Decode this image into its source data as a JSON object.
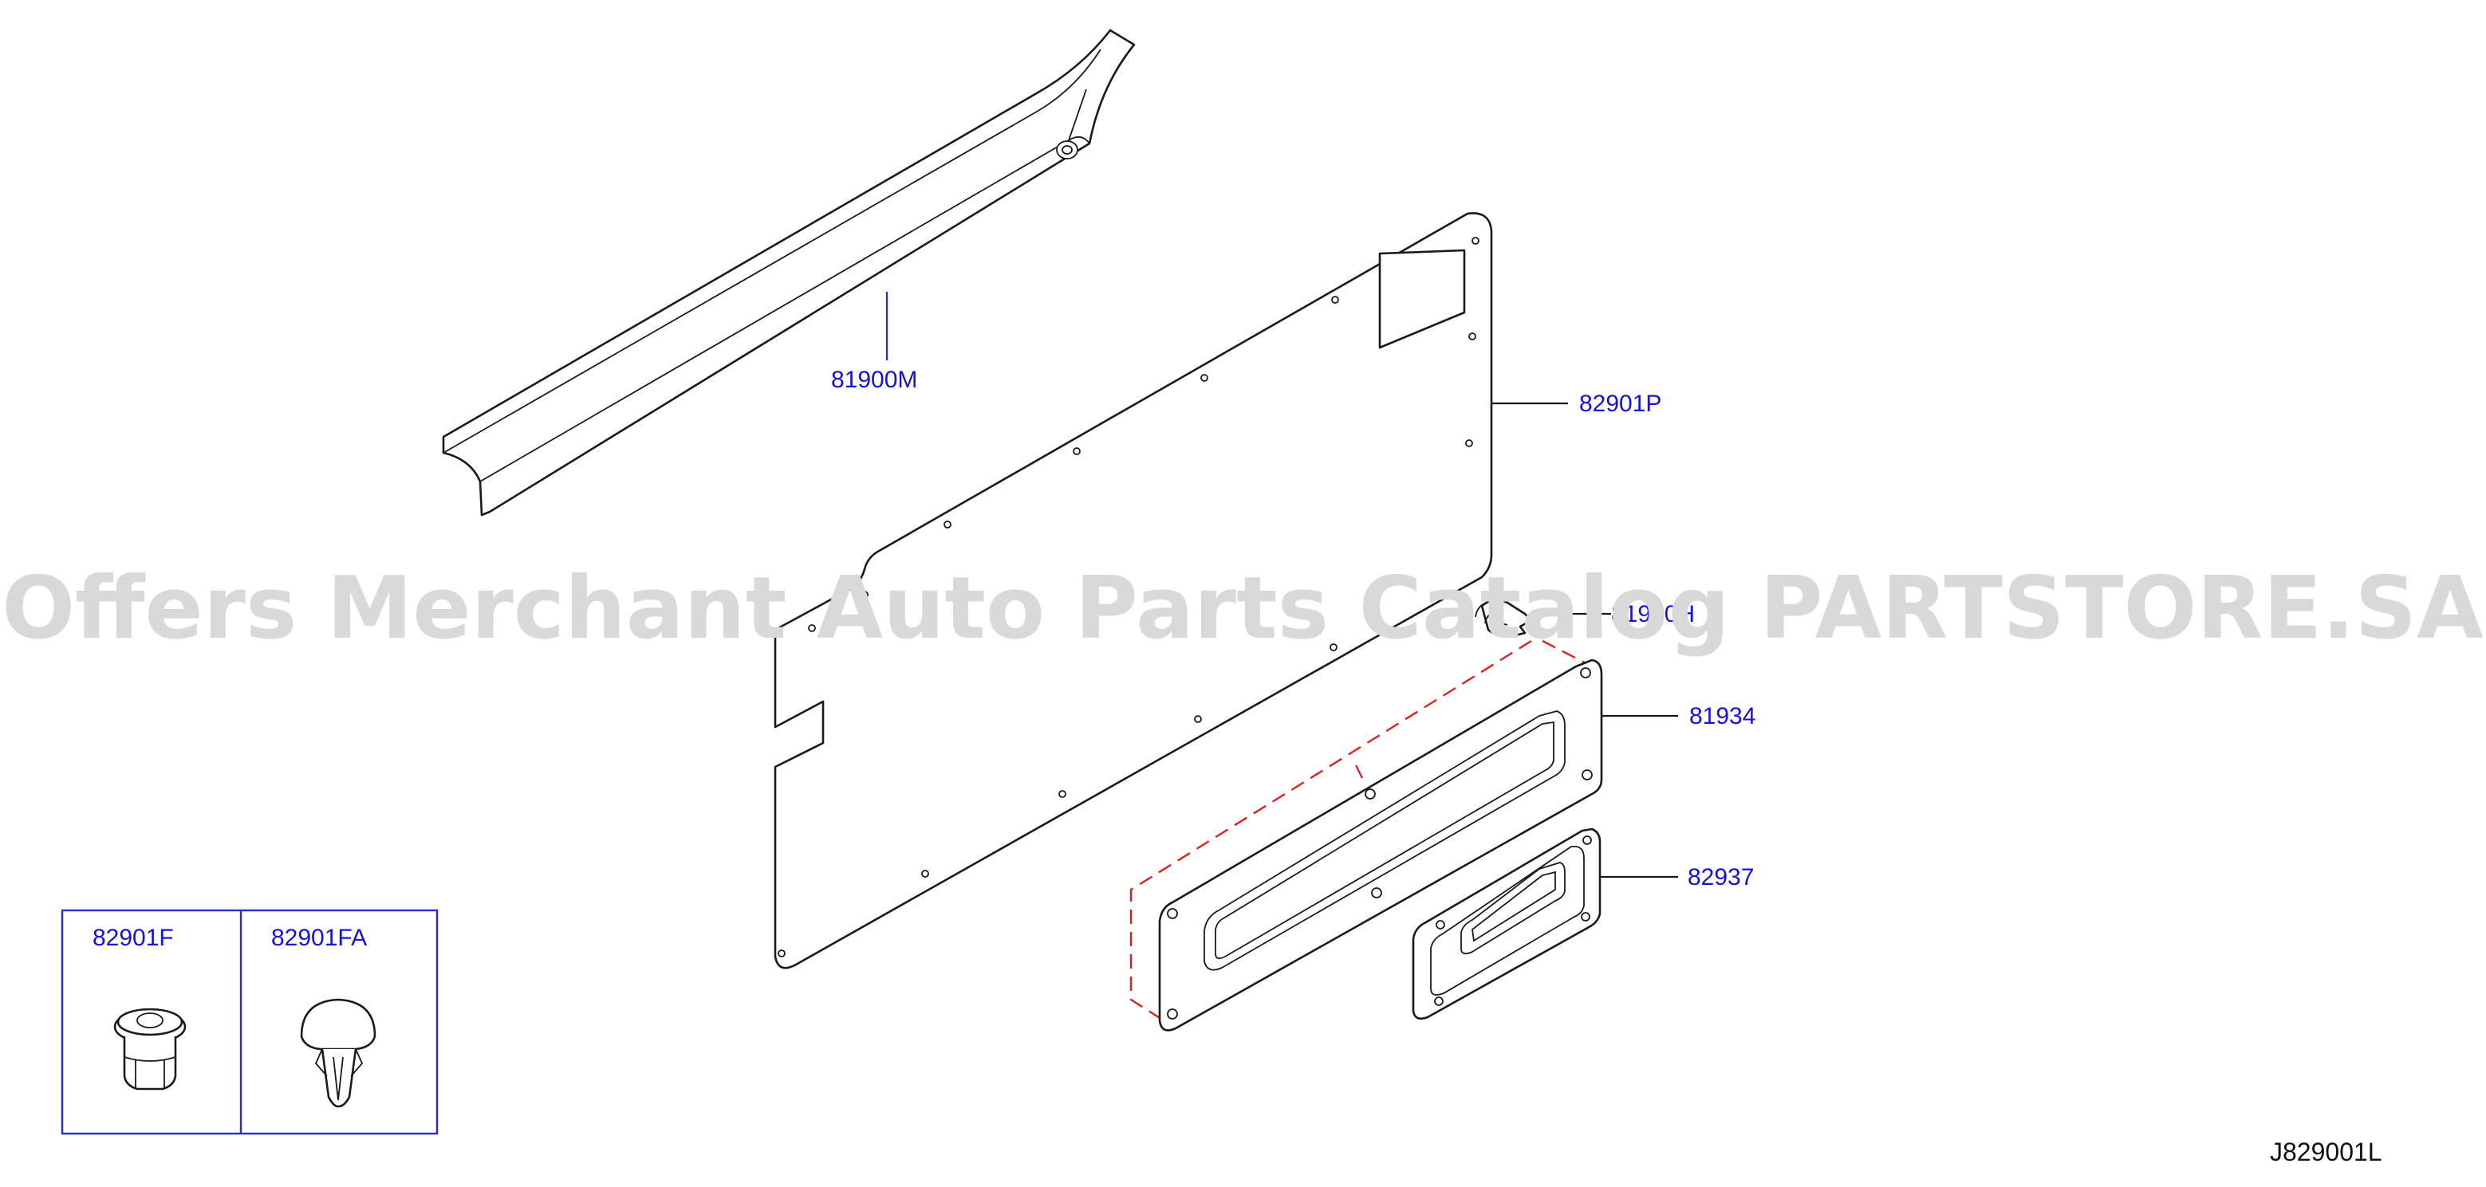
{
  "diagram": {
    "part_labels": {
      "p_81900M": "81900M",
      "p_82901P": "82901P",
      "p_81900H": "81900H",
      "p_81934": "81934",
      "p_82937": "82937",
      "p_82901F": "82901F",
      "p_82901FA": "82901FA"
    },
    "reference_code": "J829001L",
    "watermark": "Offers Merchant Auto Parts Catalog PARTSTORE.SA",
    "colors": {
      "label": "#1414d2",
      "line": "#1a1a1a",
      "dashed_guide": "#e02020",
      "watermark": "#d9d9d9",
      "box": "#2a2ad0"
    }
  }
}
